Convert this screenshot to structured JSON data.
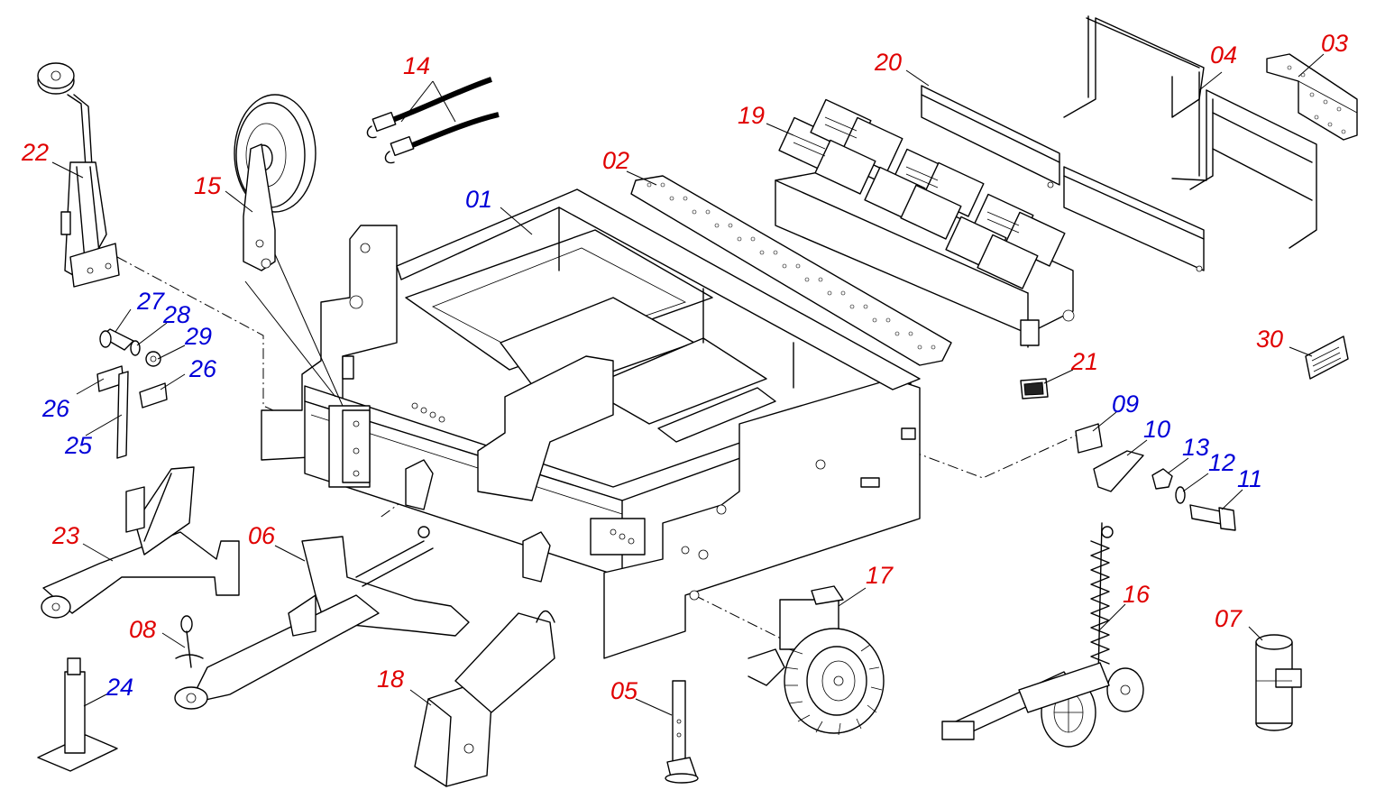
{
  "diagram": {
    "labels": [
      {
        "id": "22",
        "text": "22",
        "color": "red"
      },
      {
        "id": "27",
        "text": "27",
        "color": "blue"
      },
      {
        "id": "28",
        "text": "28",
        "color": "blue"
      },
      {
        "id": "29",
        "text": "29",
        "color": "blue"
      },
      {
        "id": "26a",
        "text": "26",
        "color": "blue"
      },
      {
        "id": "26b",
        "text": "26",
        "color": "blue"
      },
      {
        "id": "25",
        "text": "25",
        "color": "blue"
      },
      {
        "id": "23",
        "text": "23",
        "color": "red"
      },
      {
        "id": "24",
        "text": "24",
        "color": "blue"
      },
      {
        "id": "14",
        "text": "14",
        "color": "red"
      },
      {
        "id": "15",
        "text": "15",
        "color": "red"
      },
      {
        "id": "01",
        "text": "01",
        "color": "blue"
      },
      {
        "id": "02",
        "text": "02",
        "color": "red"
      },
      {
        "id": "19",
        "text": "19",
        "color": "red"
      },
      {
        "id": "20",
        "text": "20",
        "color": "red"
      },
      {
        "id": "04",
        "text": "04",
        "color": "red"
      },
      {
        "id": "03",
        "text": "03",
        "color": "red"
      },
      {
        "id": "30",
        "text": "30",
        "color": "red"
      },
      {
        "id": "21",
        "text": "21",
        "color": "red"
      },
      {
        "id": "09",
        "text": "09",
        "color": "blue"
      },
      {
        "id": "10",
        "text": "10",
        "color": "blue"
      },
      {
        "id": "13",
        "text": "13",
        "color": "blue"
      },
      {
        "id": "12",
        "text": "12",
        "color": "blue"
      },
      {
        "id": "11",
        "text": "11",
        "color": "blue"
      },
      {
        "id": "06",
        "text": "06",
        "color": "red"
      },
      {
        "id": "08",
        "text": "08",
        "color": "red"
      },
      {
        "id": "18",
        "text": "18",
        "color": "red"
      },
      {
        "id": "05",
        "text": "05",
        "color": "red"
      },
      {
        "id": "17",
        "text": "17",
        "color": "red"
      },
      {
        "id": "16",
        "text": "16",
        "color": "red"
      },
      {
        "id": "07",
        "text": "07",
        "color": "red"
      }
    ],
    "colors": {
      "red": "#e00000",
      "blue": "#0000d8",
      "line": "#000000"
    }
  }
}
